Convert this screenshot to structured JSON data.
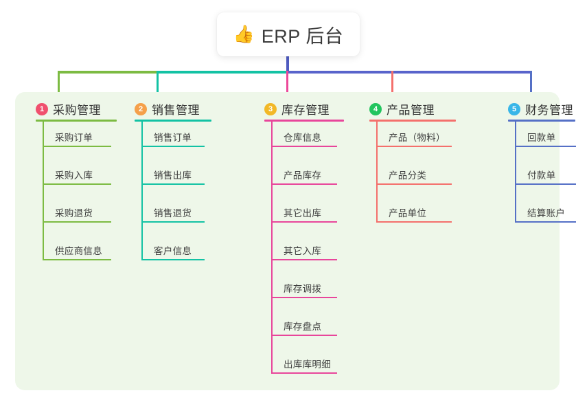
{
  "root": {
    "icon": "thumbs-up-icon",
    "icon_glyph": "👍",
    "title": "ERP 后台"
  },
  "palette": {
    "page_background": "#ffffff",
    "panel_background": "#eef7e9",
    "card_background": "#ffffff",
    "trunk_line": "#4f5bc0",
    "text": "#3a3a3a"
  },
  "connector": {
    "trunk_color": "#4f5bc0",
    "bar_segments": [
      {
        "color": "#7cbb42"
      },
      {
        "color": "#13c2a4"
      },
      {
        "color": "#5964cb"
      }
    ]
  },
  "columns": [
    {
      "index": "1",
      "title": "采购管理",
      "badge_color": "#f0506e",
      "accent_color": "#7cbb42",
      "stub_color": "#7cbb42",
      "items": [
        {
          "label": "采购订单"
        },
        {
          "label": "采购入库"
        },
        {
          "label": "采购退货"
        },
        {
          "label": "供应商信息"
        }
      ]
    },
    {
      "index": "2",
      "title": "销售管理",
      "badge_color": "#f5a04a",
      "accent_color": "#13c2a4",
      "stub_color": "#13c2a4",
      "items": [
        {
          "label": "销售订单"
        },
        {
          "label": "销售出库"
        },
        {
          "label": "销售退货"
        },
        {
          "label": "客户信息"
        }
      ]
    },
    {
      "index": "3",
      "title": "库存管理",
      "badge_color": "#f2b827",
      "accent_color": "#e8469b",
      "stub_color": "#ec4899",
      "items": [
        {
          "label": "仓库信息"
        },
        {
          "label": "产品库存"
        },
        {
          "label": "其它出库"
        },
        {
          "label": "其它入库"
        },
        {
          "label": "库存调拨"
        },
        {
          "label": "库存盘点"
        },
        {
          "label": "出库库明细"
        }
      ]
    },
    {
      "index": "4",
      "title": "产品管理",
      "badge_color": "#22c55e",
      "accent_color": "#f4706c",
      "stub_color": "#f4706c",
      "items": [
        {
          "label": "产品（物料）"
        },
        {
          "label": "产品分类"
        },
        {
          "label": "产品单位"
        }
      ]
    },
    {
      "index": "5",
      "title": "财务管理",
      "badge_color": "#38b6e8",
      "accent_color": "#5570c6",
      "stub_color": "#5570c6",
      "items": [
        {
          "label": "回款单"
        },
        {
          "label": "付款单"
        },
        {
          "label": "结算账户"
        }
      ]
    }
  ]
}
